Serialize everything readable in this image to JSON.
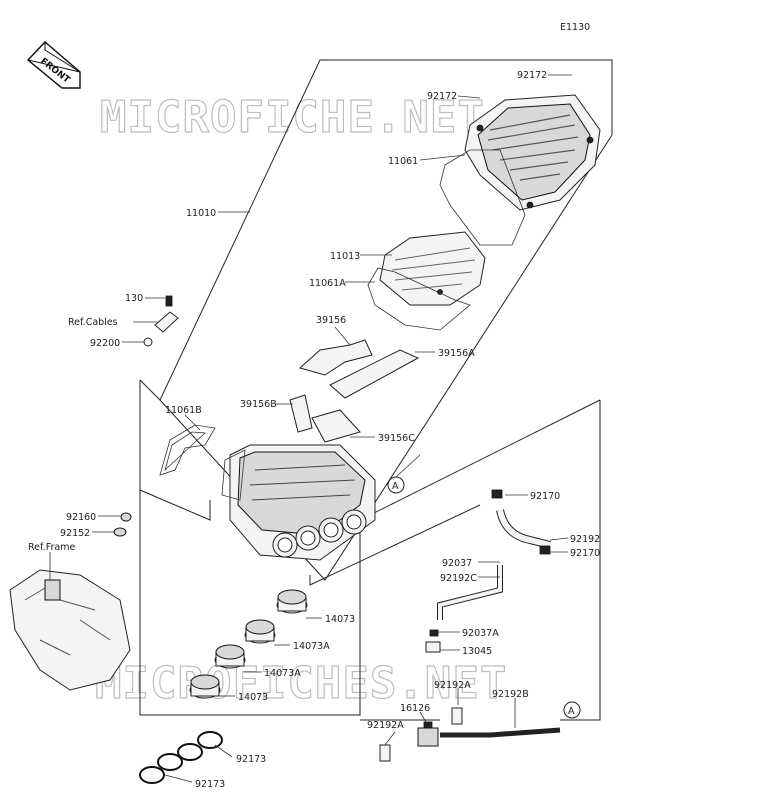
{
  "diagram": {
    "code": "E1130",
    "front_label": "FRONT",
    "watermark": "MICROFICHE.NET",
    "watermark2": "MICROFICHES.NET",
    "ref_circle": "A"
  },
  "labels": {
    "p92172": "92172",
    "p92172b": "92172",
    "p11061": "11061",
    "p11010": "11010",
    "p11013": "11013",
    "p11061A": "11061A",
    "p130": "130",
    "refCables": "Ref.Cables",
    "p92200": "92200",
    "p39156": "39156",
    "p39156A": "39156A",
    "p39156B": "39156B",
    "p11061B": "11061B",
    "p39156C": "39156C",
    "p92160": "92160",
    "p92152": "92152",
    "refFrame": "Ref.Frame",
    "p92170": "92170",
    "p92192": "92192",
    "p92170b": "92170",
    "p92037": "92037",
    "p92192C": "92192C",
    "p14073": "14073",
    "p14073A": "14073A",
    "p14073A2": "14073A",
    "p14073b": "14073",
    "p92037A": "92037A",
    "p13045": "13045",
    "p92192A": "92192A",
    "p92192B": "92192B",
    "p16126": "16126",
    "p92192A2": "92192A",
    "p92173": "92173",
    "p92173b": "92173"
  }
}
